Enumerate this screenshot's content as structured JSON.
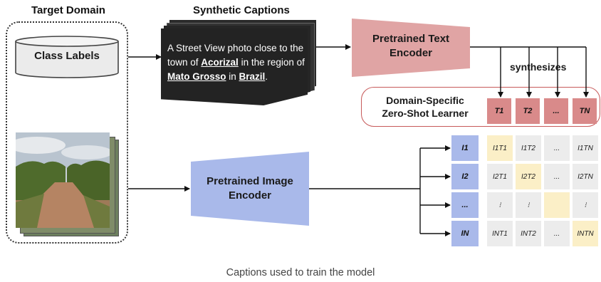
{
  "headers": {
    "target_domain": "Target Domain",
    "synthetic_captions": "Synthetic Captions"
  },
  "class_labels": "Class Labels",
  "caption": {
    "part1": "A Street View photo close to the town of ",
    "town": "Acorizal",
    "part2": " in the region of ",
    "region": "Mato Grosso",
    "part3": " in ",
    "country": "Brazil",
    "part4": "."
  },
  "text_encoder": {
    "line1": "Pretrained Text",
    "line2": "Encoder"
  },
  "image_encoder": {
    "line1": "Pretrained Image",
    "line2": "Encoder"
  },
  "synthesizes": "synthesizes",
  "learner": {
    "line1": "Domain-Specific",
    "line2": "Zero-Shot Learner"
  },
  "text_embeddings": [
    "T1",
    "T2",
    "...",
    "TN"
  ],
  "image_embeddings": [
    "I1",
    "I2",
    "...",
    "IN"
  ],
  "matrix": [
    [
      "I1T1",
      "I1T2",
      "...",
      "I1TN"
    ],
    [
      "I2T1",
      "I2T2",
      "...",
      "I2TN"
    ],
    [
      "⁝",
      "⁝",
      "",
      "⁝"
    ],
    [
      "INT1",
      "INT2",
      "...",
      "INTN"
    ]
  ],
  "colors": {
    "text_encoder": "#e0a4a4",
    "image_encoder": "#a9b9ea",
    "diagonal": "#fbefc7",
    "offdiag": "#ececec",
    "learner_border": "#c75a5a"
  },
  "footer_caption": "Captions used to train the model"
}
